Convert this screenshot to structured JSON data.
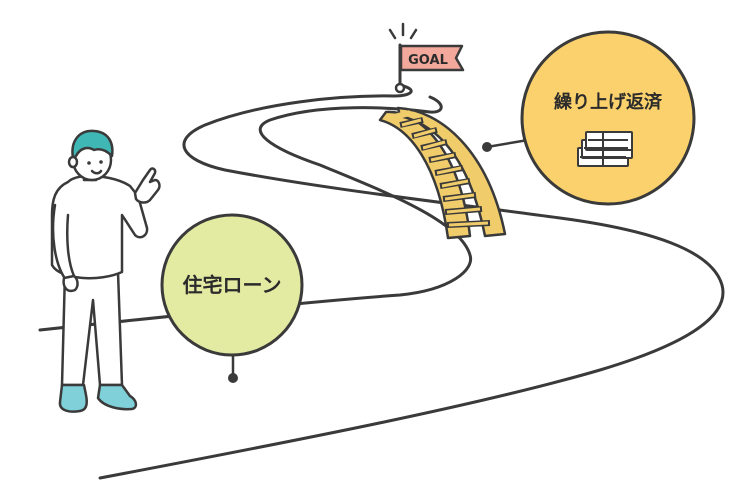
{
  "flag": {
    "text": "GOAL"
  },
  "bubbles": {
    "housing_loan": {
      "label": "住宅ローン",
      "color": "#e3eaa2"
    },
    "prepayment": {
      "label": "繰り上げ返済",
      "color": "#fad16c"
    }
  },
  "colors": {
    "outline": "#3a3a3a",
    "flag": "#f2a89b",
    "ladder": "#f1cc6b",
    "hair": "#3fb7b5",
    "shoes": "#7fd0d8",
    "skin": "#ffffff"
  },
  "icons": {
    "cash": "banknote-stack-icon",
    "pointing": "pointing-hand-icon"
  }
}
